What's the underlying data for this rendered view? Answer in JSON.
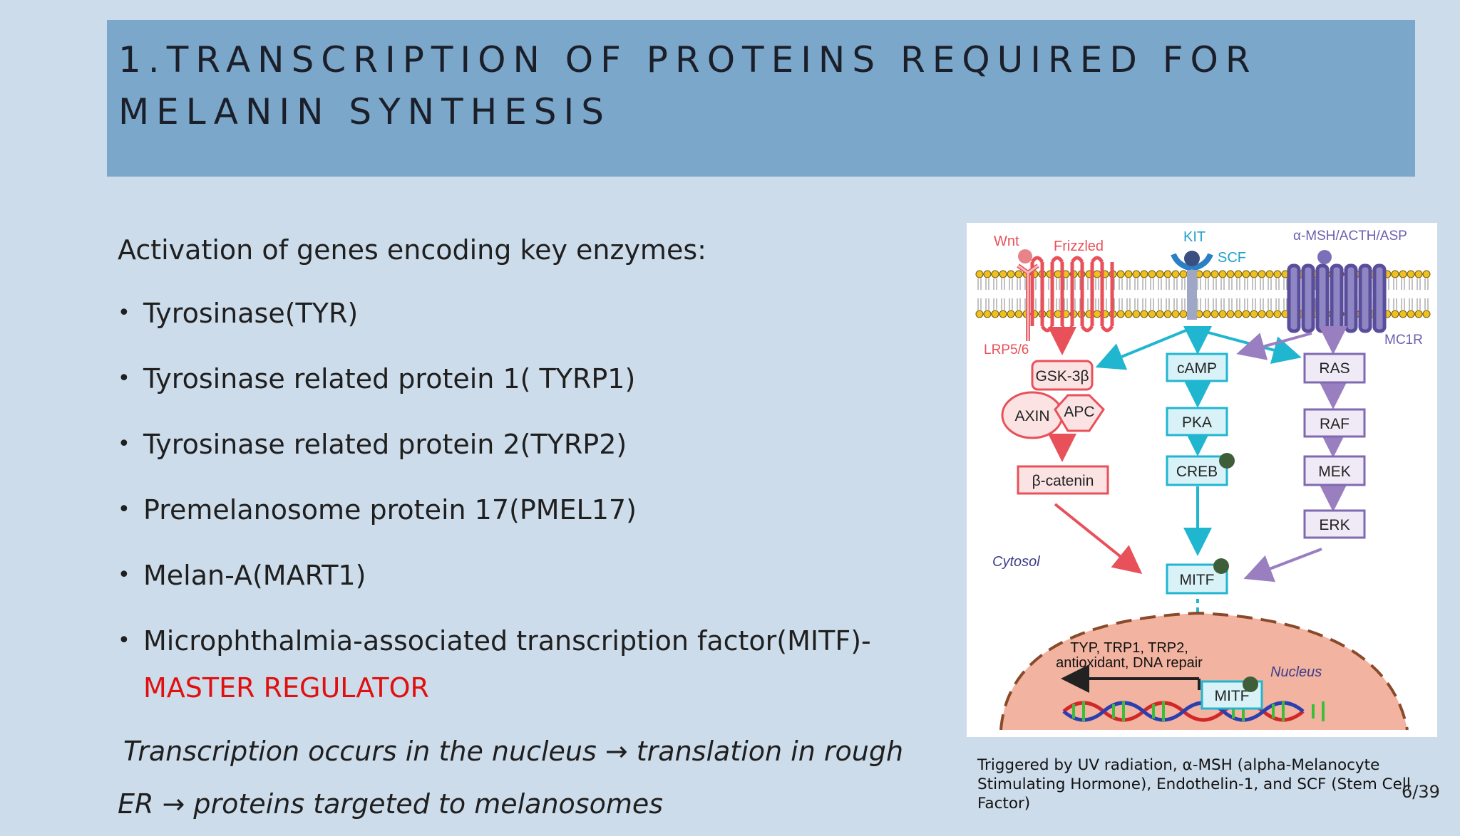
{
  "slide": {
    "title_line1": "1.TRANSCRIPTION OF PROTEINS REQUIRED FOR",
    "title_line2": "MELANIN SYNTHESIS",
    "intro": "Activation of genes encoding key enzymes:",
    "bullets": [
      "Tyrosinase(TYR)",
      "Tyrosinase related protein 1( TYRP1)",
      "Tyrosinase related protein 2(TYRP2)",
      "Premelanosome protein 17(PMEL17)",
      "Melan-A(MART1)",
      "Microphthalmia-associated transcription factor(MITF)-"
    ],
    "master_regulator": "MASTER REGULATOR",
    "note_symbol": "",
    "note": "Transcription occurs in the nucleus → translation in rough ER → proteins targeted to melanosomes",
    "caption": "Triggered by UV radiation, α-MSH (alpha-Melanocyte Stimulating Hormone), Endothelin-1, and SCF (Stem Cell Factor)",
    "page_number": "6/39",
    "bullet_glyph": "•"
  },
  "figure": {
    "labels": {
      "wnt": "Wnt",
      "frizzled": "Frizzled",
      "kit": "KIT",
      "scf": "SCF",
      "msh": "α-MSH/ACTH/ASP",
      "lrp": "LRP5/6",
      "mc1r": "MC1R",
      "gsk": "GSK-3β",
      "axin": "AXIN",
      "apc": "APC",
      "bcatenin": "β-catenin",
      "camp": "cAMP",
      "pka": "PKA",
      "creb": "CREB",
      "ras": "RAS",
      "raf": "RAF",
      "mek": "MEK",
      "erk": "ERK",
      "cytosol": "Cytosol",
      "mitf": "MITF",
      "targets_line1": "TYP, TRP1, TRP2,",
      "targets_line2": "antioxidant, DNA repair",
      "nucleus": "Nucleus",
      "mitf_nucleus": "MITF"
    },
    "colors": {
      "wnt_pathway": "#e8505a",
      "camp_pathway": "#21b6d0",
      "mapk_pathway": "#9a7fc0",
      "nucleus_fill": "#f2b3a0",
      "membrane_head": "#f0c020"
    }
  }
}
